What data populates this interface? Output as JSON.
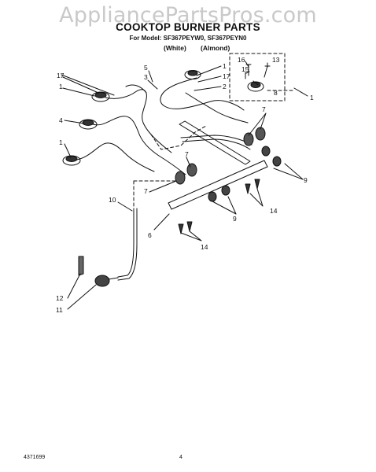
{
  "watermark": "AppliancePartsPros.com",
  "header": {
    "title": "COOKTOP BURNER PARTS",
    "model_line": "For Model: SF367PEYW0, SF367PEYN0",
    "variants": [
      "(White)",
      "(Almond)"
    ]
  },
  "callouts": {
    "c1a": "1",
    "c1b": "1",
    "c1c": "1",
    "c1d": "1",
    "c2": "2",
    "c3": "3",
    "c4": "4",
    "c5": "5",
    "c6": "6",
    "c7a": "7",
    "c7b": "7",
    "c7c": "7",
    "c8": "8",
    "c9a": "9",
    "c9b": "9",
    "c10": "10",
    "c11": "11",
    "c12": "12",
    "c13": "13",
    "c14a": "14",
    "c14b": "14",
    "c15": "15",
    "c16": "16",
    "c17a": "17",
    "c17b": "17"
  },
  "footer": {
    "doc_number": "4371699",
    "page_number": "4"
  }
}
